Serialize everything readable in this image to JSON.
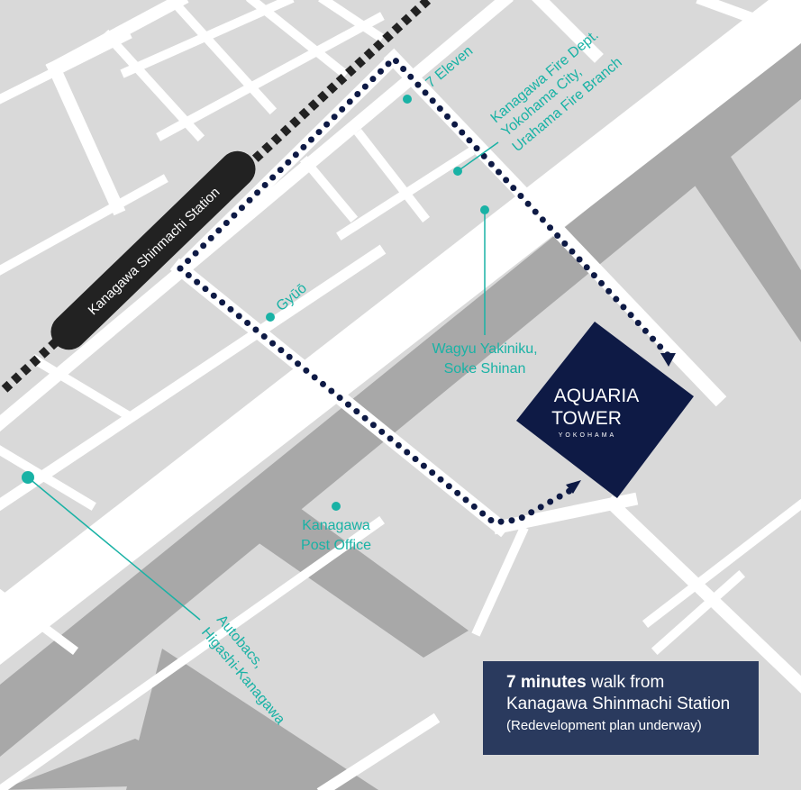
{
  "colors": {
    "background": "#d9d9d9",
    "road": "#ffffff",
    "dark_band": "#a8a8a8",
    "teal": "#19b2a5",
    "navy": "#0e1a45",
    "info_box": "#2a3a5e"
  },
  "station": {
    "label": "Kanagawa Shinmachi Station"
  },
  "landmarks": [
    {
      "label": "7 Eleven"
    },
    {
      "label": [
        "Kanagawa Fire Dept.",
        "Yokohama City,",
        "Urahama Fire Branch"
      ]
    },
    {
      "label": "Gyūō"
    },
    {
      "label": [
        "Wagyu Yakiniku,",
        "Soke Shinan"
      ]
    },
    {
      "label": [
        "Kanagawa",
        "Post Office"
      ]
    },
    {
      "label": [
        "Autobacs,",
        "Higashi-Kanagawa"
      ]
    }
  ],
  "building": {
    "name_line1": "AQUARIA",
    "name_line2": "TOWER",
    "sub": "YOKOHAMA"
  },
  "info": {
    "bold": "7 minutes",
    "line1_rest": " walk from",
    "line2": "Kanagawa Shinmachi Station",
    "line3": "(Redevelopment plan underway)"
  }
}
